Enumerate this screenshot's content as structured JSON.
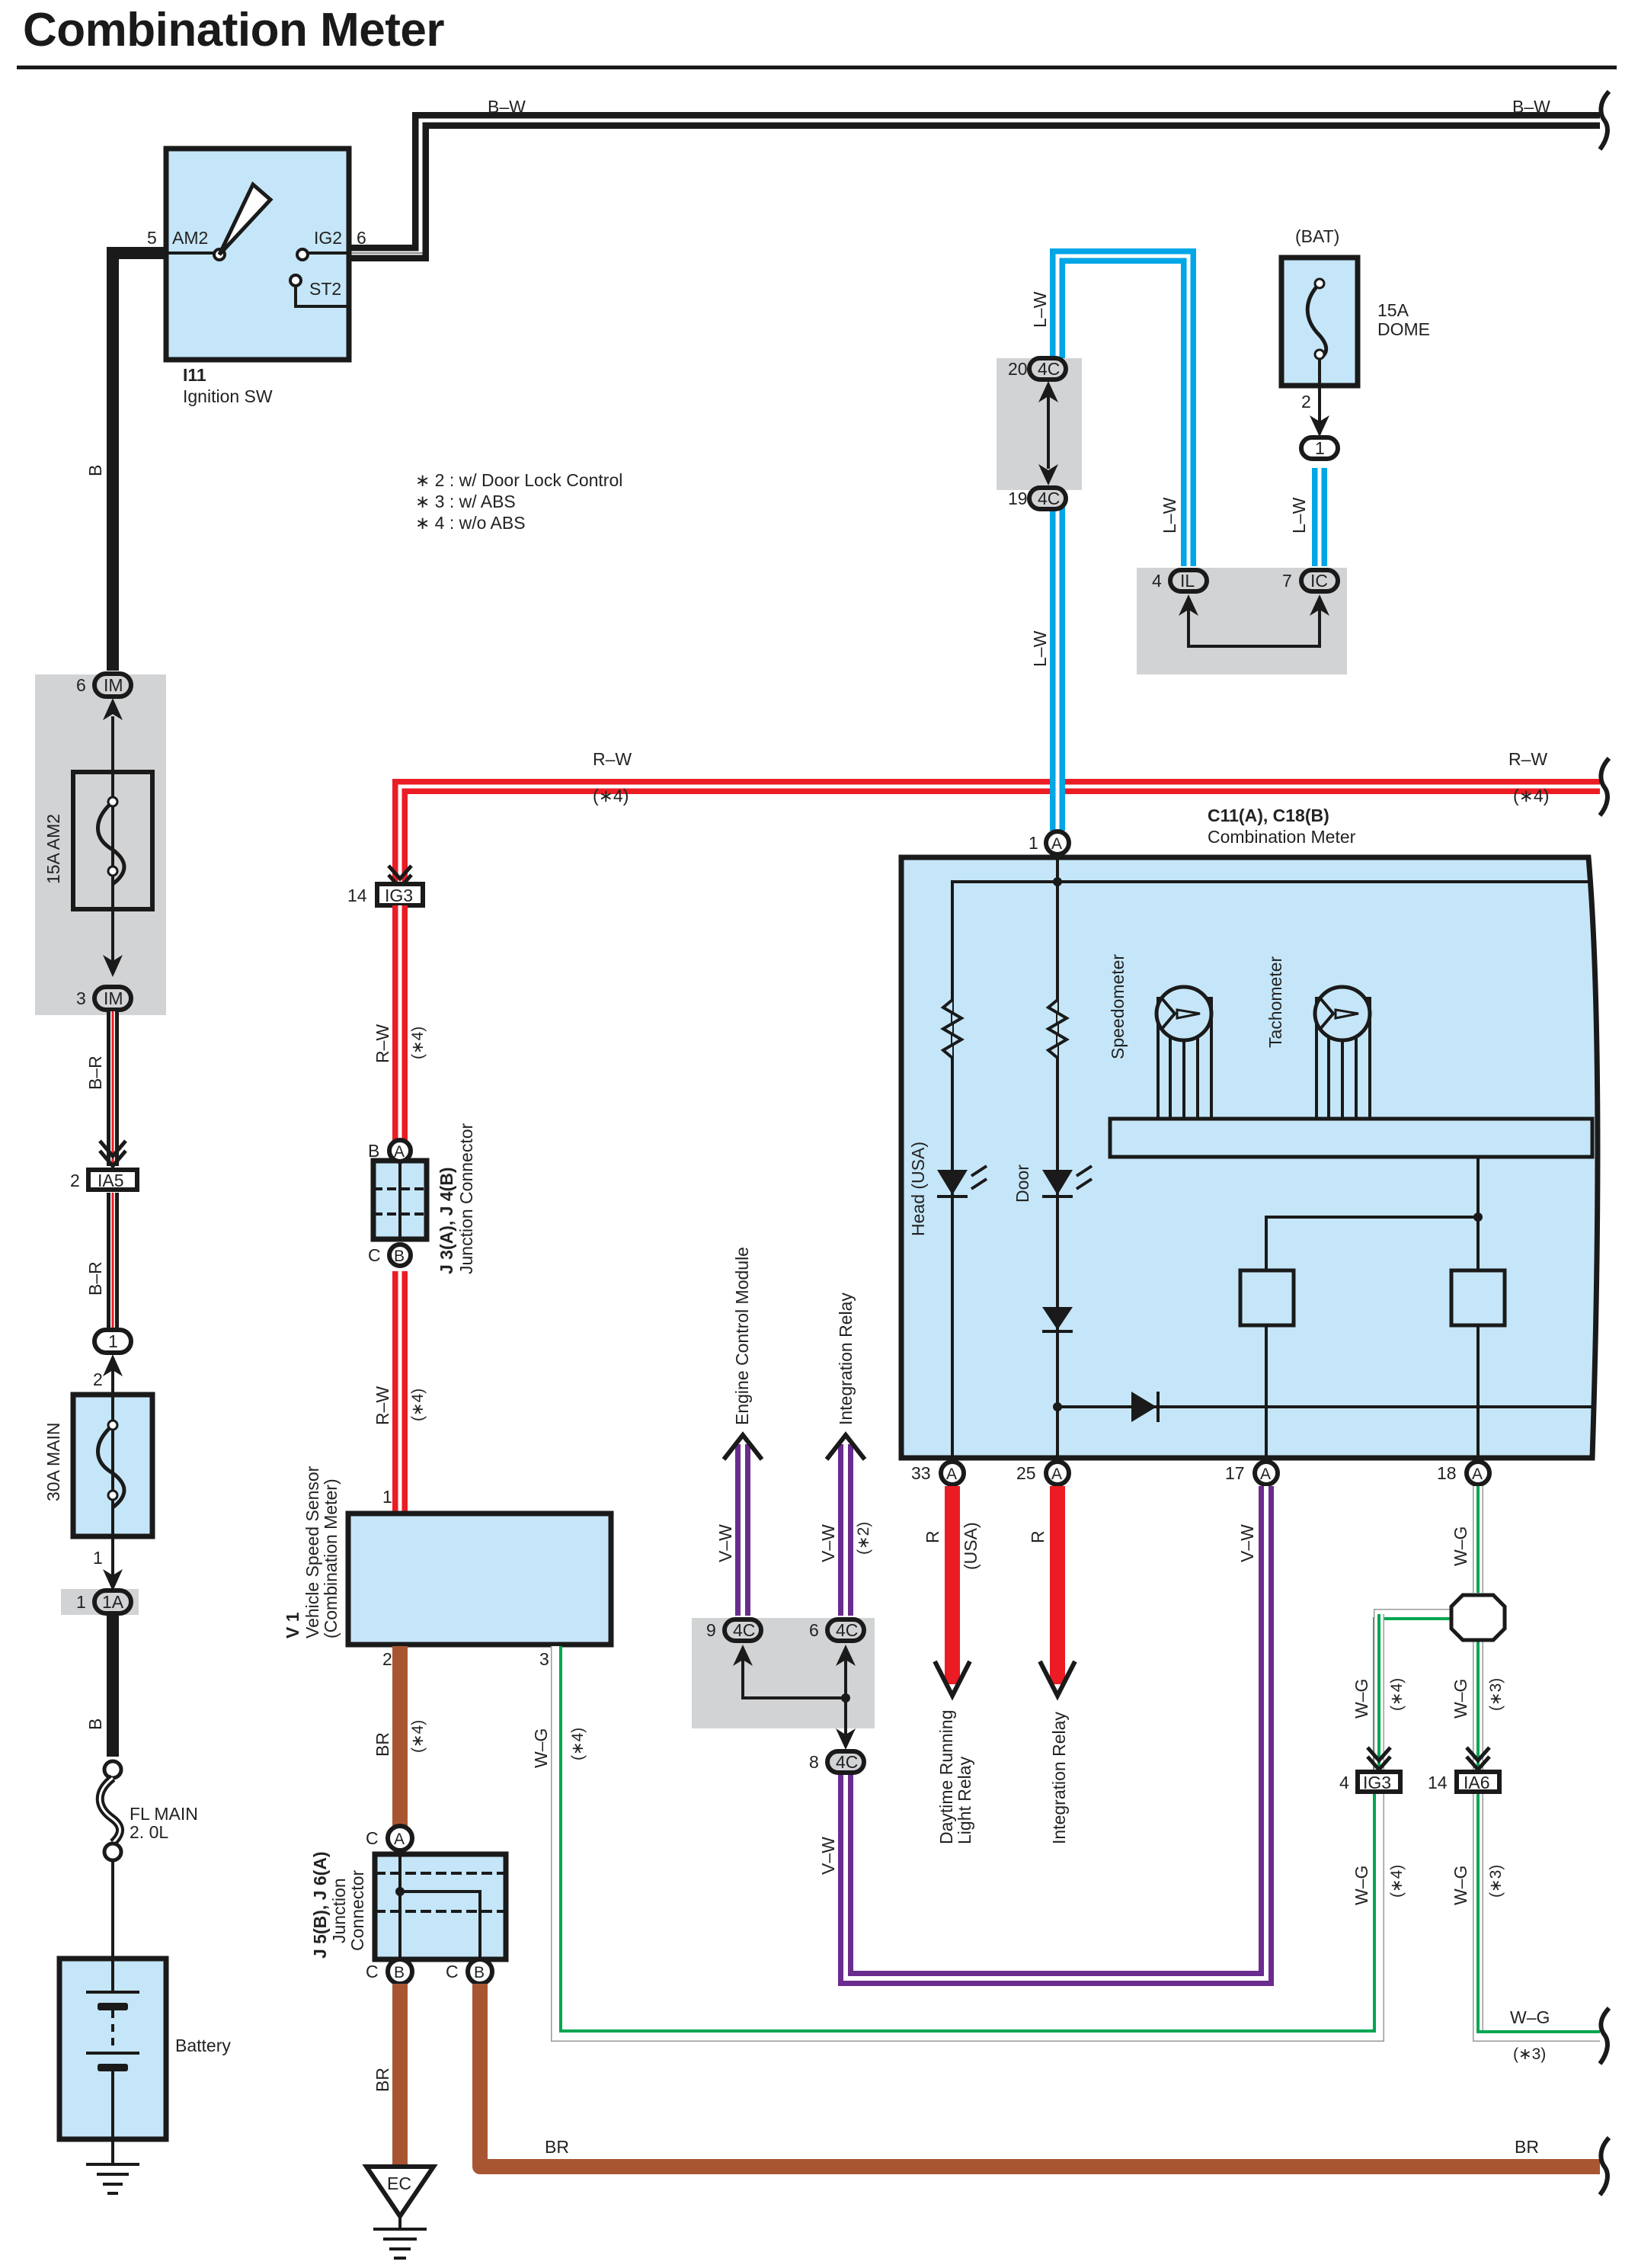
{
  "page": {
    "title": "Combination Meter"
  },
  "notes": [
    "∗ 2 : w/ Door Lock Control",
    "∗ 3 : w/ ABS",
    "∗ 4 : w/o ABS"
  ],
  "wire_colors": {
    "B": "#1a1a1a",
    "R": "#ec1c24",
    "L": "#00a6e6",
    "V": "#6a2c8e",
    "G": "#00a651",
    "BR": "#a85632",
    "W": "#ffffff"
  },
  "components": {
    "ignition_sw": {
      "code": "I11",
      "name": "Ignition SW",
      "pin_am2": "AM2",
      "pin_ig2": "IG2",
      "pin_st2": "ST2",
      "pin5": "5",
      "pin6": "6"
    },
    "fuse_am2": {
      "label": "15A  AM2"
    },
    "fuse_main": {
      "label": "30A MAIN",
      "pin_top": "2",
      "pin_bottom": "1"
    },
    "fusible_link": {
      "line1": "FL MAIN",
      "line2": "2. 0L"
    },
    "battery": {
      "label": "Battery"
    },
    "fuse_dome": {
      "supply": "(BAT)",
      "line1": "15A",
      "line2": "DOME",
      "pin": "2"
    },
    "j3_j4": {
      "code": "J 3(A), J 4(B)",
      "name": "Junction Connector",
      "pin_top_letter": "B",
      "pin_top": "A",
      "pin_bot_letter": "C",
      "pin_bot": "B"
    },
    "vss": {
      "code": "V 1",
      "name": "Vehicle Speed Sensor",
      "name2": "(Combination Meter)",
      "pin1": "1",
      "pin2": "2",
      "pin3": "3"
    },
    "j5_j6": {
      "code": "J 5(B), J 6(A)",
      "name": "Junction",
      "name2": "Connector",
      "pin_a_letter": "C",
      "pin_a": "A",
      "pin_b1_letter": "C",
      "pin_b1": "B",
      "pin_b2_letter": "C",
      "pin_b2": "B"
    },
    "ground_ec": {
      "label": "EC"
    },
    "meter": {
      "code": "C11(A), C18(B)",
      "name": "Combination Meter",
      "speedometer": "Speedometer",
      "tachometer": "Tachometer",
      "head_led": "Head (USA)",
      "door_led": "Door",
      "pin_in_num": "1",
      "pin_in": "A",
      "pins_out": [
        {
          "num": "33",
          "conn": "A"
        },
        {
          "num": "25",
          "conn": "A"
        },
        {
          "num": "17",
          "conn": "A"
        },
        {
          "num": "18",
          "conn": "A"
        }
      ]
    }
  },
  "connectors": {
    "im6": {
      "num": "6",
      "code": "IM"
    },
    "im3": {
      "num": "3",
      "code": "IM"
    },
    "ia5": {
      "num": "2",
      "code": "IA5"
    },
    "c1": {
      "code": "1"
    },
    "c1a": {
      "num": "1",
      "code": "1A"
    },
    "ig3_14": {
      "num": "14",
      "code": "IG3"
    },
    "c4c_20": {
      "num": "20",
      "code": "4C"
    },
    "c4c_19": {
      "num": "19",
      "code": "4C"
    },
    "dome1": {
      "code": "1"
    },
    "il4": {
      "num": "4",
      "code": "IL"
    },
    "ic7": {
      "num": "7",
      "code": "IC"
    },
    "c4c_9": {
      "num": "9",
      "code": "4C"
    },
    "c4c_6": {
      "num": "6",
      "code": "4C"
    },
    "c4c_8": {
      "num": "8",
      "code": "4C"
    },
    "ig3_4": {
      "num": "4",
      "code": "IG3"
    },
    "ia6_14": {
      "num": "14",
      "code": "IA6"
    }
  },
  "wires": {
    "bw_top": "B–W",
    "bw_top_right": "B–W",
    "b_upper": "B",
    "b_lower": "B",
    "br_upper": "B–R",
    "br_lower": "B–R",
    "rw_h": "R–W",
    "rw_h_note": "(∗4)",
    "rw_h_right": "R–W",
    "rw_h_right_note": "(∗4)",
    "rw_v1": "R–W",
    "rw_v1_note": "(∗4)",
    "rw_v2": "R–W",
    "rw_v2_note": "(∗4)",
    "lw_1": "L–W",
    "lw_2": "L–W",
    "lw_3": "L–W",
    "lw_4": "L–W",
    "vw_ecm": "V–W",
    "vw_int": "V–W",
    "vw_int_note": "(∗2)",
    "vw_loop": "V–W",
    "vw_17": "V–W",
    "r_33": "R",
    "r_33_note": "(USA)",
    "r_25": "R",
    "wg_18": "W–G",
    "wg_ig3_up": "W–G",
    "wg_ig3_up_note": "(∗4)",
    "wg_ia6_up": "W–G",
    "wg_ia6_up_note": "(∗3)",
    "wg_ig3_dn": "W–G",
    "wg_ig3_dn_note": "(∗4)",
    "wg_ia6_dn": "W–G",
    "wg_ia6_dn_note": "(∗3)",
    "wg_right": "W–G",
    "wg_right_note": "(∗3)",
    "wg_vss": "W–G",
    "wg_vss_note": "(∗4)",
    "br_vss": "BR",
    "br_vss_note": "(∗4)",
    "br_ec": "BR",
    "br_h_left": "BR",
    "br_h_right": "BR"
  },
  "destinations": {
    "ecm": "Engine Control Module",
    "int_relay_up": "Integration Relay",
    "drl_1": "Daytime Running",
    "drl_2": "Light Relay",
    "int_relay_down": "Integration Relay"
  }
}
